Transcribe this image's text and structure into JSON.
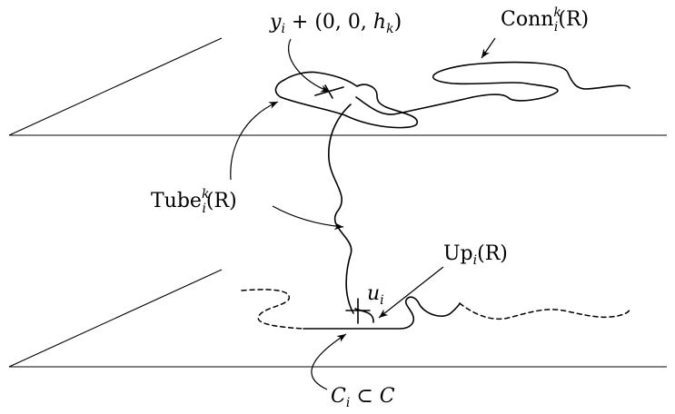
{
  "labels": {
    "top_point": {
      "y": "y",
      "y_sub": "i",
      "rest_a": " + (0, 0, ",
      "h": "h",
      "h_sub": "k",
      "rest_b": ")"
    },
    "conn": {
      "name": "Conn",
      "sup": "k",
      "sub": "i",
      "arg": "(R)"
    },
    "tube": {
      "name": "Tube",
      "sup": "k",
      "sub": "i",
      "arg": "(R)"
    },
    "up": {
      "name": "Up",
      "sub": "i",
      "arg": "(R)"
    },
    "u_point": {
      "u": "u",
      "sub": "i"
    },
    "curve_set": {
      "c": "C",
      "sub": "i",
      "rel": " ⊂ ",
      "c2": "C"
    }
  }
}
